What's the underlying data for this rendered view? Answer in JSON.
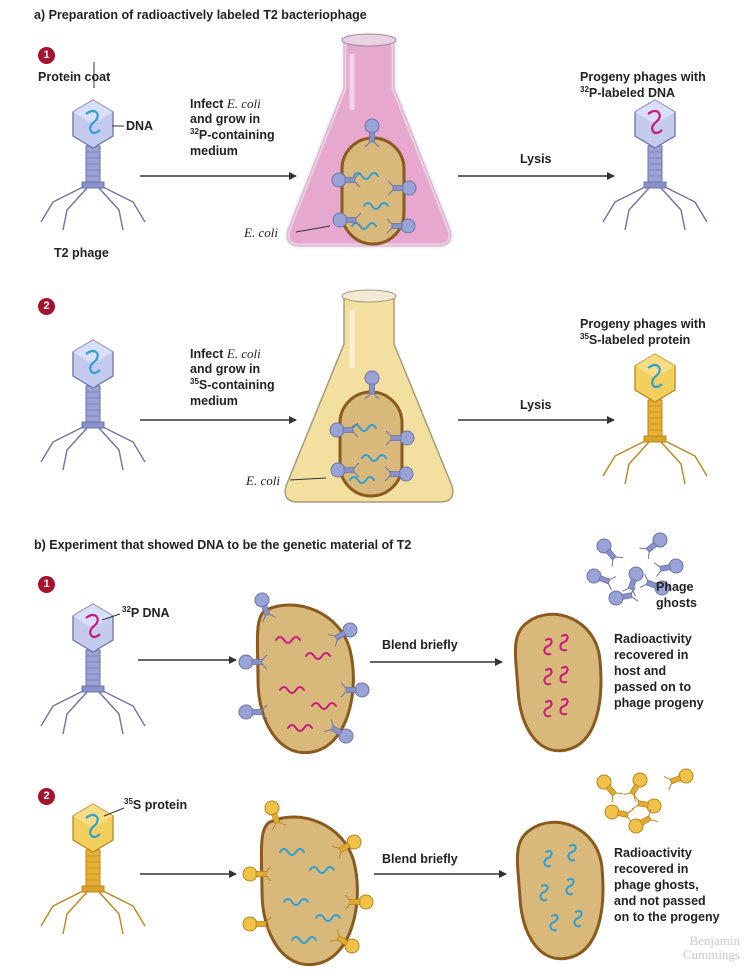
{
  "section_a": {
    "heading": "a) Preparation of radioactively labeled T2 bacteriophage",
    "step1": {
      "number": "1",
      "protein_coat_label": "Protein coat",
      "dna_label": "DNA",
      "phage_label": "T2 phage",
      "infect_line1_pre": "Infect ",
      "infect_line1_ital": "E. coli",
      "infect_line2": "and grow in",
      "infect_line3_sup": "32",
      "infect_line3_rest": "P-containing",
      "infect_line4": "medium",
      "ecoli_label": "E. coli",
      "lysis_label": "Lysis",
      "progeny_line1": "Progeny phages with",
      "progeny_line2_sup": "32",
      "progeny_line2_rest": "P-labeled DNA"
    },
    "step2": {
      "number": "2",
      "infect_line1_pre": "Infect ",
      "infect_line1_ital": "E. coli",
      "infect_line2": "and grow in",
      "infect_line3_sup": "35",
      "infect_line3_rest": "S-containing",
      "infect_line4": "medium",
      "ecoli_label": "E. coli",
      "lysis_label": "Lysis",
      "progeny_line1": "Progeny phages with",
      "progeny_line2_sup": "35",
      "progeny_line2_rest": "S-labeled protein"
    }
  },
  "section_b": {
    "heading": "b) Experiment that showed DNA to be the genetic material of T2",
    "step1": {
      "number": "1",
      "dna_sup": "32",
      "dna_rest": "P DNA",
      "blend_label": "Blend briefly",
      "ghosts_line1": "Phage",
      "ghosts_line2": "ghosts",
      "result_lines": [
        "Radioactivity",
        "recovered in",
        "host and",
        "passed on to",
        "phage progeny"
      ]
    },
    "step2": {
      "number": "2",
      "protein_sup": "35",
      "protein_rest": "S protein",
      "blend_label": "Blend briefly",
      "result_lines": [
        "Radioactivity",
        "recovered in",
        "phage ghosts,",
        "and not passed",
        "on to the progeny"
      ]
    }
  },
  "watermark": {
    "line1": "Benjamin",
    "line2": "Cummings"
  },
  "colors": {
    "phage_blue": "#9aa3d6",
    "phage_gold": "#e6b135",
    "dna_blue": "#2f9fd0",
    "dna_magenta": "#c8197a",
    "cell_fill": "#d9b87c",
    "cell_border": "#8a5a1e",
    "flask_pink": "#e7a8cf",
    "flask_yellow": "#f3dfa0",
    "step_badge": "#a5122e"
  }
}
